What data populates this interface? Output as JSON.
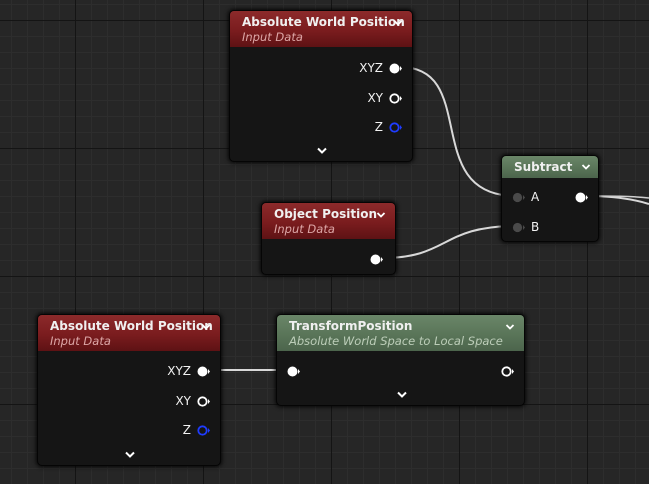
{
  "nodes": {
    "awp_top": {
      "title": "Absolute World Position",
      "subtitle": "Input Data",
      "outputs": [
        "XYZ",
        "XY",
        "Z"
      ]
    },
    "object_position": {
      "title": "Object Position",
      "subtitle": "Input Data"
    },
    "subtract": {
      "title": "Subtract",
      "inputs": [
        "A",
        "B"
      ]
    },
    "awp_bottom": {
      "title": "Absolute World Position",
      "subtitle": "Input Data",
      "outputs": [
        "XYZ",
        "XY",
        "Z"
      ]
    },
    "transform_position": {
      "title": "TransformPosition",
      "subtitle": "Absolute World Space to Local Space"
    }
  },
  "colors": {
    "header_red": "#7a1c1e",
    "header_green": "#587357",
    "pin_white": "#ffffff",
    "pin_blue": "#1f3cff",
    "wire": "#d8d8d8"
  }
}
